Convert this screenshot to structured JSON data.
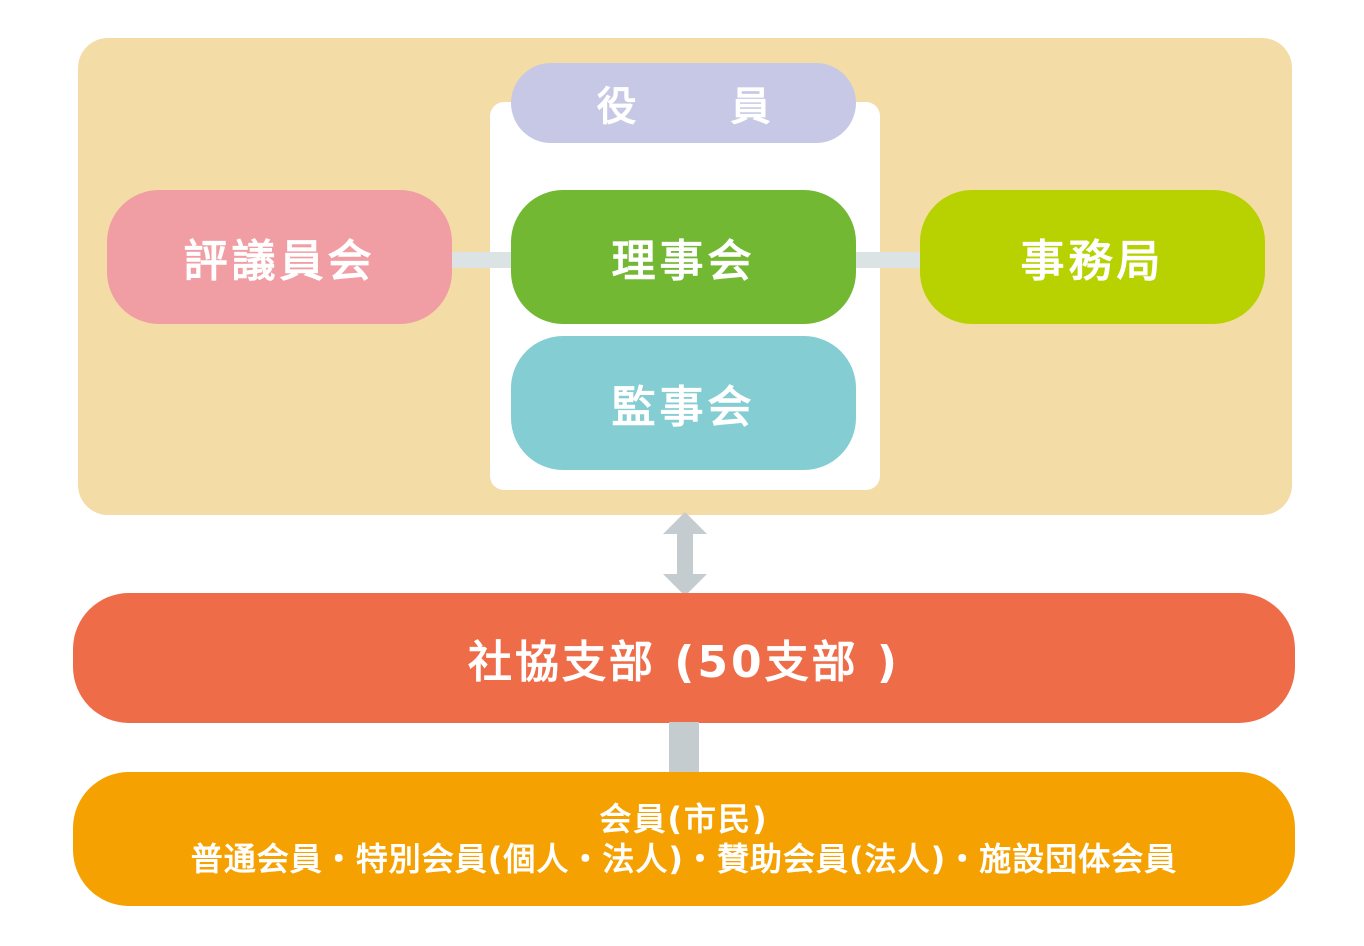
{
  "diagram": {
    "officers": {
      "label": "役 員"
    },
    "councillors": {
      "label": "評議員会"
    },
    "board": {
      "label": "理事会"
    },
    "auditors": {
      "label": "監事会"
    },
    "secretariat": {
      "label": "事務局"
    },
    "branches": {
      "label": "社協支部 (50支部 )"
    },
    "members": {
      "title": "会員(市民)",
      "detail": "普通会員・特別会員(個人・法人)・賛助会員(法人)・施設団体会員"
    }
  },
  "colors": {
    "panel": "#f3dca6",
    "officers": "#c6c8e6",
    "councillors": "#f09ea4",
    "board": "#72b833",
    "auditors": "#84cdd2",
    "secretariat": "#b8d100",
    "branches": "#ee6d48",
    "members": "#f4a101",
    "arrow": "#c5ccd0"
  }
}
